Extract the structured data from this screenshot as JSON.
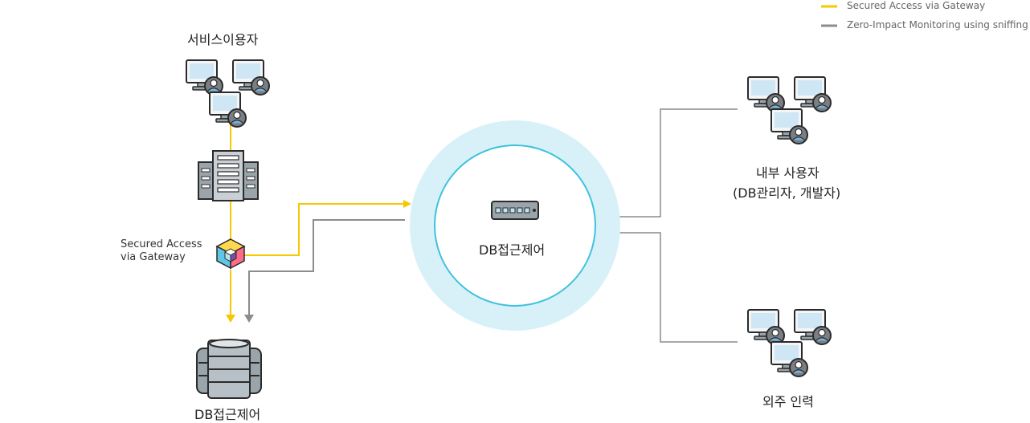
{
  "legend": [
    {
      "label": "Secured Access via Gateway",
      "color": "#f5c800"
    },
    {
      "label": "Zero-Impact Monitoring using sniffing",
      "color": "#8c8c8c"
    }
  ],
  "service_users": {
    "label": "서비스이용자"
  },
  "gateway": {
    "label_line1": "Secured Access",
    "label_line2": "via Gateway"
  },
  "database": {
    "label": "DB접근제어"
  },
  "center": {
    "label": "DB접근제어"
  },
  "internal_users": {
    "label_line1": "내부 사용자",
    "label_line2": "(DB관리자, 개발자)"
  },
  "outsourced": {
    "label": "외주 인력"
  },
  "colors": {
    "gateway_line": "#f5c800",
    "monitor_line": "#8c8c8c",
    "ring_outer": "#d8f1f9",
    "ring_inner": "#3fc1dd"
  }
}
